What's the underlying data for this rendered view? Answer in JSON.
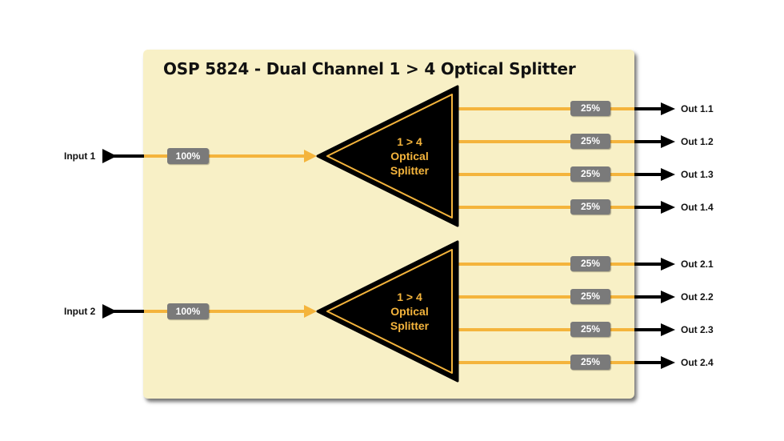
{
  "title": "OSP 5824 - Dual Channel 1 > 4 Optical Splitter",
  "colors": {
    "panel": "#f8f0c6",
    "fiber": "#f4b43c",
    "badge": "#7a7a7a",
    "arrow": "#000000"
  },
  "channels": [
    {
      "input_label": "Input 1",
      "input_badge": "100%",
      "splitter_lines": [
        "1 > 4",
        "Optical",
        "Splitter"
      ],
      "outputs": [
        {
          "label": "Out 1.1",
          "badge": "25%"
        },
        {
          "label": "Out 1.2",
          "badge": "25%"
        },
        {
          "label": "Out 1.3",
          "badge": "25%"
        },
        {
          "label": "Out 1.4",
          "badge": "25%"
        }
      ]
    },
    {
      "input_label": "Input 2",
      "input_badge": "100%",
      "splitter_lines": [
        "1 > 4",
        "Optical",
        "Splitter"
      ],
      "outputs": [
        {
          "label": "Out 2.1",
          "badge": "25%"
        },
        {
          "label": "Out 2.2",
          "badge": "25%"
        },
        {
          "label": "Out 2.3",
          "badge": "25%"
        },
        {
          "label": "Out 2.4",
          "badge": "25%"
        }
      ]
    }
  ]
}
